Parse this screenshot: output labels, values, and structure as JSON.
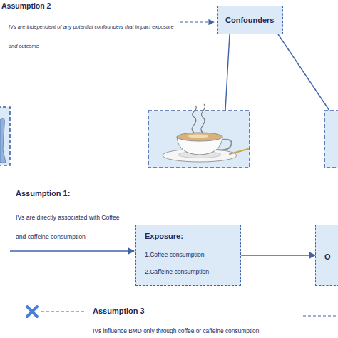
{
  "diagram": {
    "nodes": [
      {
        "text": [
          "Confounders"
        ]
      },
      {
        "text": [
          "Exposure:",
          "1.Coffee consumption",
          "2.Caffeine consumption"
        ]
      },
      {
        "text": [
          "O"
        ]
      }
    ],
    "edges": [
      {
        "from": 1,
        "to": 2,
        "arrow": "to"
      }
    ],
    "labels": [
      "Assumption 2",
      "IVs are independent of any potential confounders that impact exposure and outcome",
      "Assumption 1:",
      "IVs are directly associated with Coffee and caffeine consumption",
      "Assumption 3",
      "IVs influence BMD only through coffee or caffeine consumption"
    ]
  }
}
